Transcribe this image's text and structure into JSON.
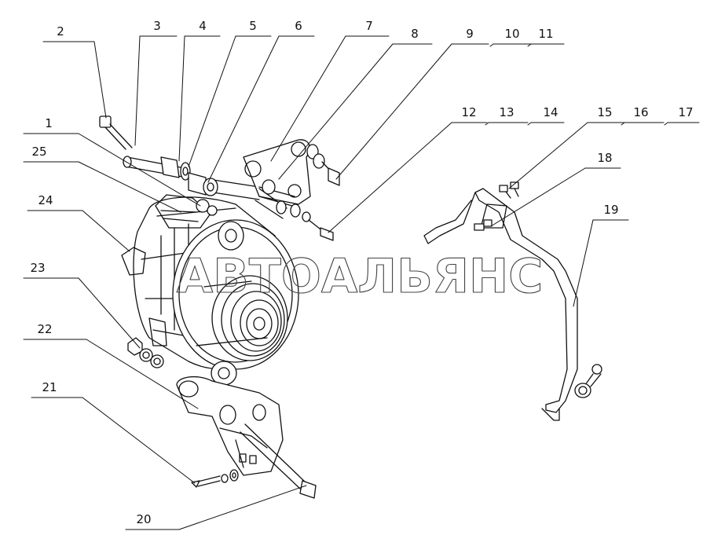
{
  "diagram": {
    "watermark": "АВТОАЛЬЯНС",
    "labels": [
      "1",
      "2",
      "3",
      "4",
      "5",
      "6",
      "7",
      "8",
      "9",
      "10",
      "11",
      "12",
      "13",
      "14",
      "15",
      "16",
      "17",
      "18",
      "19",
      "20",
      "21",
      "22",
      "23",
      "24",
      "25"
    ]
  }
}
